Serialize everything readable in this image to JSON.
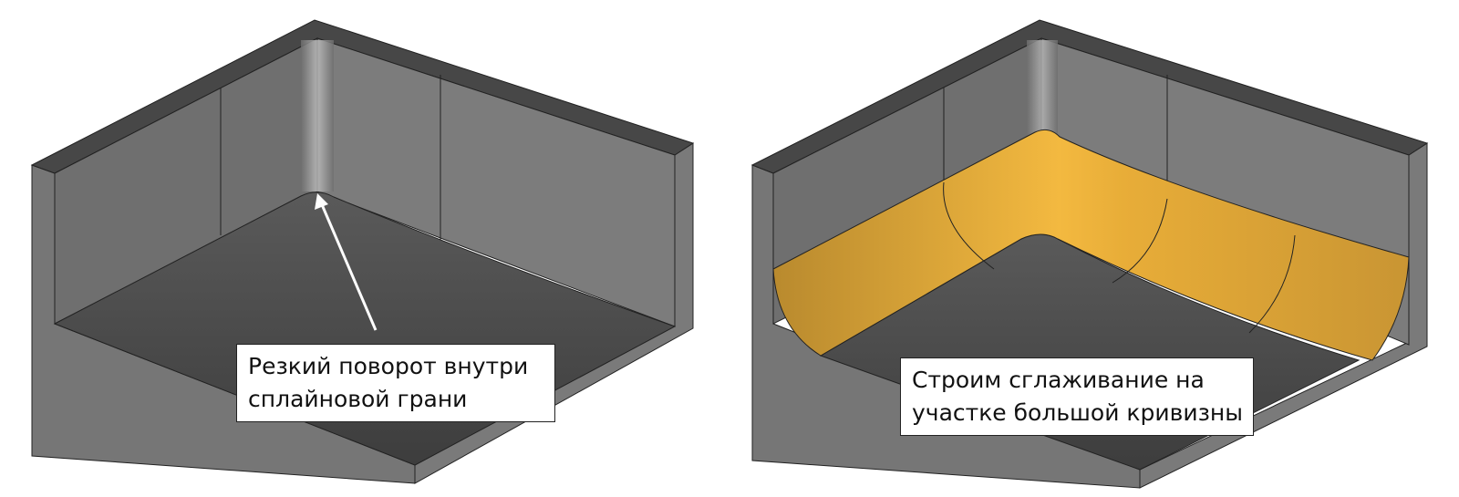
{
  "panels": [
    {
      "callout": {
        "line1": "Резкий поворот внутри",
        "line2": "сплайновой грани"
      }
    },
    {
      "callout": {
        "line1": "Строим сглаживание на",
        "line2": "участке большой кривизны"
      }
    }
  ],
  "colors": {
    "wall_light": "#7d7d7d",
    "wall_dark": "#656565",
    "wall_top": "#444444",
    "floor": "#4b4b4b",
    "fillet": "#d9a33a",
    "arrow": "#ffffff"
  }
}
